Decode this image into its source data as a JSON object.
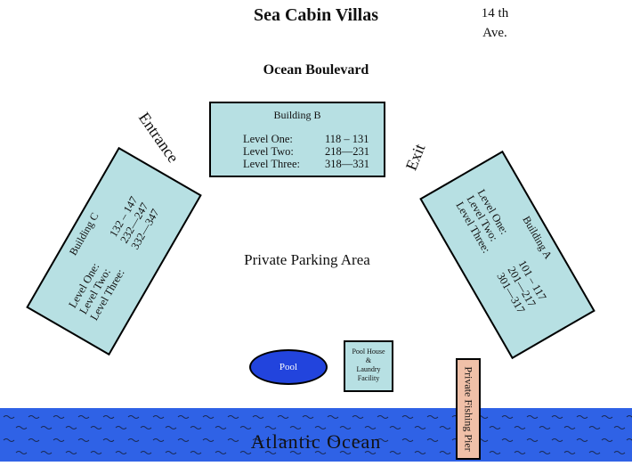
{
  "title": "Sea Cabin Villas",
  "avenue": {
    "line1": "14 th",
    "line2": "Ave."
  },
  "boulevard": "Ocean Boulevard",
  "entrance": "Entrance",
  "exit": "Exit",
  "parking": "Private Parking Area",
  "buildings": {
    "b": {
      "name": "Building B",
      "levels": [
        {
          "label": "Level One:",
          "range": "118 – 131"
        },
        {
          "label": "Level Two:",
          "range": "218—231"
        },
        {
          "label": "Level Three:",
          "range": "318—331"
        }
      ]
    },
    "c": {
      "name": "Building C",
      "levels": [
        {
          "label": "Level One:",
          "range": "132 – 147"
        },
        {
          "label": "Level Two:",
          "range": "232—247"
        },
        {
          "label": "Level Three:",
          "range": "332—347"
        }
      ]
    },
    "a": {
      "name": "Building A",
      "levels": [
        {
          "label": "Level One:",
          "range": "101 – 117"
        },
        {
          "label": "Level Two:",
          "range": "201—217"
        },
        {
          "label": "Level Three:",
          "range": "301—317"
        }
      ]
    }
  },
  "pool": "Pool",
  "pool_house": {
    "line1": "Pool House",
    "line2": "&",
    "line3": "Laundry",
    "line4": "Facility"
  },
  "ocean": "Atlantic Ocean",
  "pier": "Private Fishing Pier",
  "colors": {
    "building": "#b7e0e3",
    "pool": "#2244dd",
    "ocean": "#2f62e6",
    "pier": "#f0c0a8"
  }
}
